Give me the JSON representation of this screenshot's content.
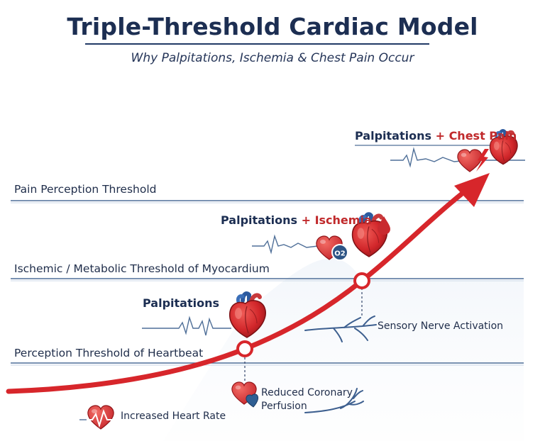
{
  "title": "Triple-Threshold Cardiac Model",
  "subtitle": "Why Palpitations, Ischemia & Chest Pain Occur",
  "thresholds": {
    "pain": "Pain Perception Threshold",
    "ischemic": "Ischemic / Metabolic Threshold of Myocardium",
    "heartbeat": "Perception Threshold of Heartbeat"
  },
  "stages": {
    "palpitations": "Palpitations",
    "ischemia": {
      "base": "Palpitations",
      "plus": "+",
      "extra": "Ischemia"
    },
    "chest_pain": {
      "base": "Palpitations",
      "plus": "+",
      "extra": "Chest Pain"
    }
  },
  "notes": {
    "heart_rate": "Increased Heart Rate",
    "coronary_line1": "Reduced Coronary",
    "coronary_line2": "Perfusion",
    "sensory": "Sensory Nerve Activation",
    "o2_badge": "O2"
  },
  "colors": {
    "curve": "#d7262b",
    "threshold_line": "#4f6f98",
    "navy": "#1c2e52",
    "accent": "#c0292b"
  }
}
